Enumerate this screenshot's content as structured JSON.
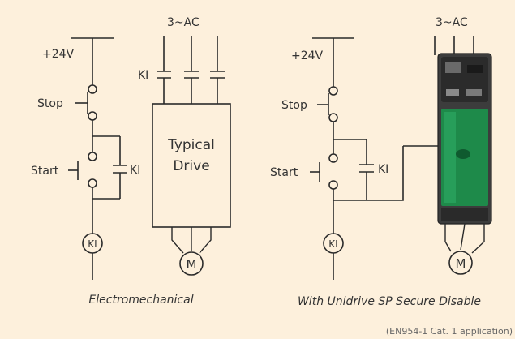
{
  "supply": "+24V",
  "ac_supply": "3~AC",
  "stop_label": "Stop",
  "start_label": "Start",
  "relay_label": "KI",
  "motor_label": "M",
  "drive_label_line1": "Typical",
  "drive_label_line2": "Drive",
  "caption_left": "Electromechanical",
  "caption_right": "With Unidrive SP Secure Disable",
  "footnote": "(EN954-1 Cat. 1 application)",
  "colors": {
    "background": "#fdf0dc",
    "wire": "#2a2a2a",
    "drive_green": "#1e8a4a",
    "drive_body": "#3c3c3c"
  }
}
